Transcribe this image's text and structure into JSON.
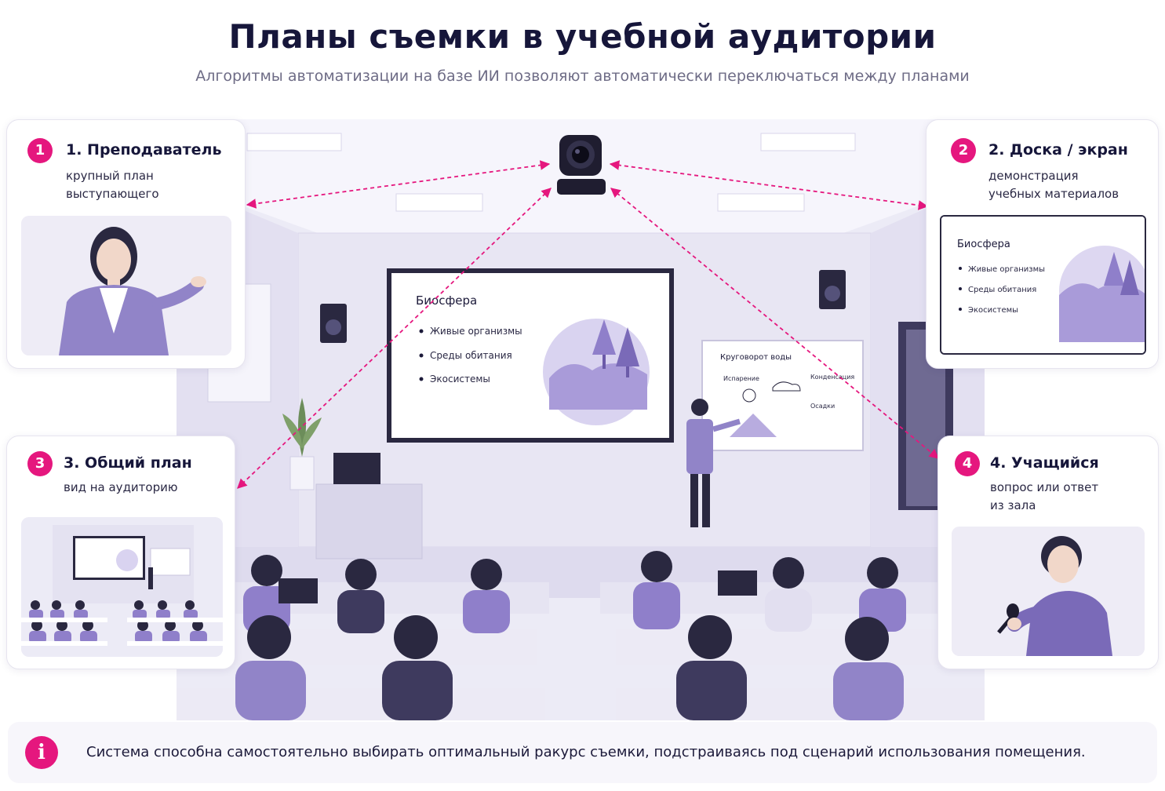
{
  "header": {
    "title": "Планы съемки в учебной аудитории",
    "subtitle": "Алгоритмы автоматизации на базе ИИ позволяют автоматически переключаться между планами"
  },
  "cards": [
    {
      "number": "1",
      "title": "1. Преподаватель",
      "desc_line1": "крупный план",
      "desc_line2": "выступающего"
    },
    {
      "number": "2",
      "title": "2. Доска / экран",
      "desc_line1": "демонстрация",
      "desc_line2": "учебных материалов"
    },
    {
      "number": "3",
      "title": "3. Общий план",
      "desc_line1": "вид на аудиторию",
      "desc_line2": ""
    },
    {
      "number": "4",
      "title": "4. Учащийся",
      "desc_line1": "вопрос или ответ",
      "desc_line2": "из зала"
    }
  ],
  "slide": {
    "title": "Биосфера",
    "bullets": [
      "Живые организмы",
      "Среды обитания",
      "Экосистемы"
    ]
  },
  "whiteboard": {
    "title": "Круговорот воды",
    "labels": [
      "Испарение",
      "Конденсация",
      "Осадки"
    ]
  },
  "info": {
    "icon": "i",
    "text": "Система способна самостоятельно выбирать оптимальный ракурс съемки, подстраиваясь под сценарий использования помещения."
  },
  "colors": {
    "accent": "#e5177e",
    "purple": "#8f7fca",
    "purple_dark": "#5b4a9e",
    "navy": "#16163a"
  }
}
